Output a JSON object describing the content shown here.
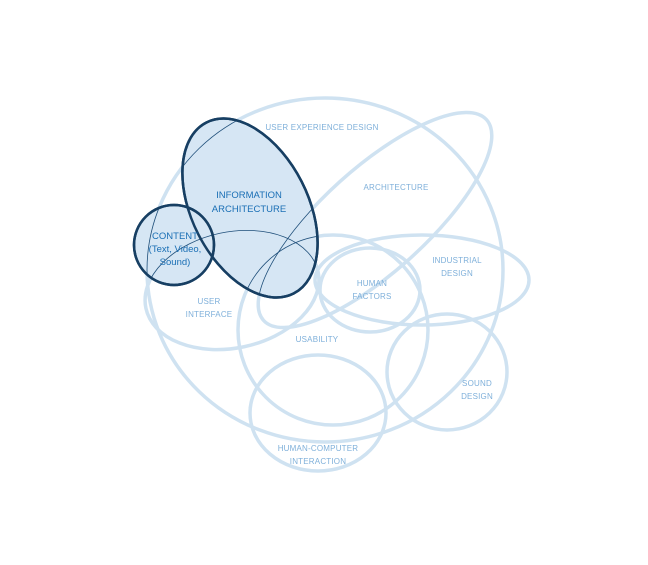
{
  "diagram": {
    "colors": {
      "light_stroke": "#cfe2f1",
      "highlight_fill": "#d6e6f4",
      "highlight_stroke": "#173f63",
      "label_dark": "#1a6fb5",
      "label_light": "#7fb0da"
    },
    "labels": {
      "ux_design": "USER EXPERIENCE DESIGN",
      "architecture": "ARCHITECTURE",
      "information_architecture": [
        "INFORMATION",
        "ARCHITECTURE"
      ],
      "content": [
        "CONTENT",
        "(Text, Video,",
        "Sound)"
      ],
      "industrial_design": [
        "INDUSTRIAL",
        "DESIGN"
      ],
      "human_factors": [
        "HUMAN",
        "FACTORS"
      ],
      "user_interface": [
        "USER",
        "INTERFACE"
      ],
      "usability": "USABILITY",
      "sound_design": [
        "SOUND",
        "DESIGN"
      ],
      "hci": [
        "HUMAN-COMPUTER",
        "INTERACTION"
      ]
    }
  }
}
